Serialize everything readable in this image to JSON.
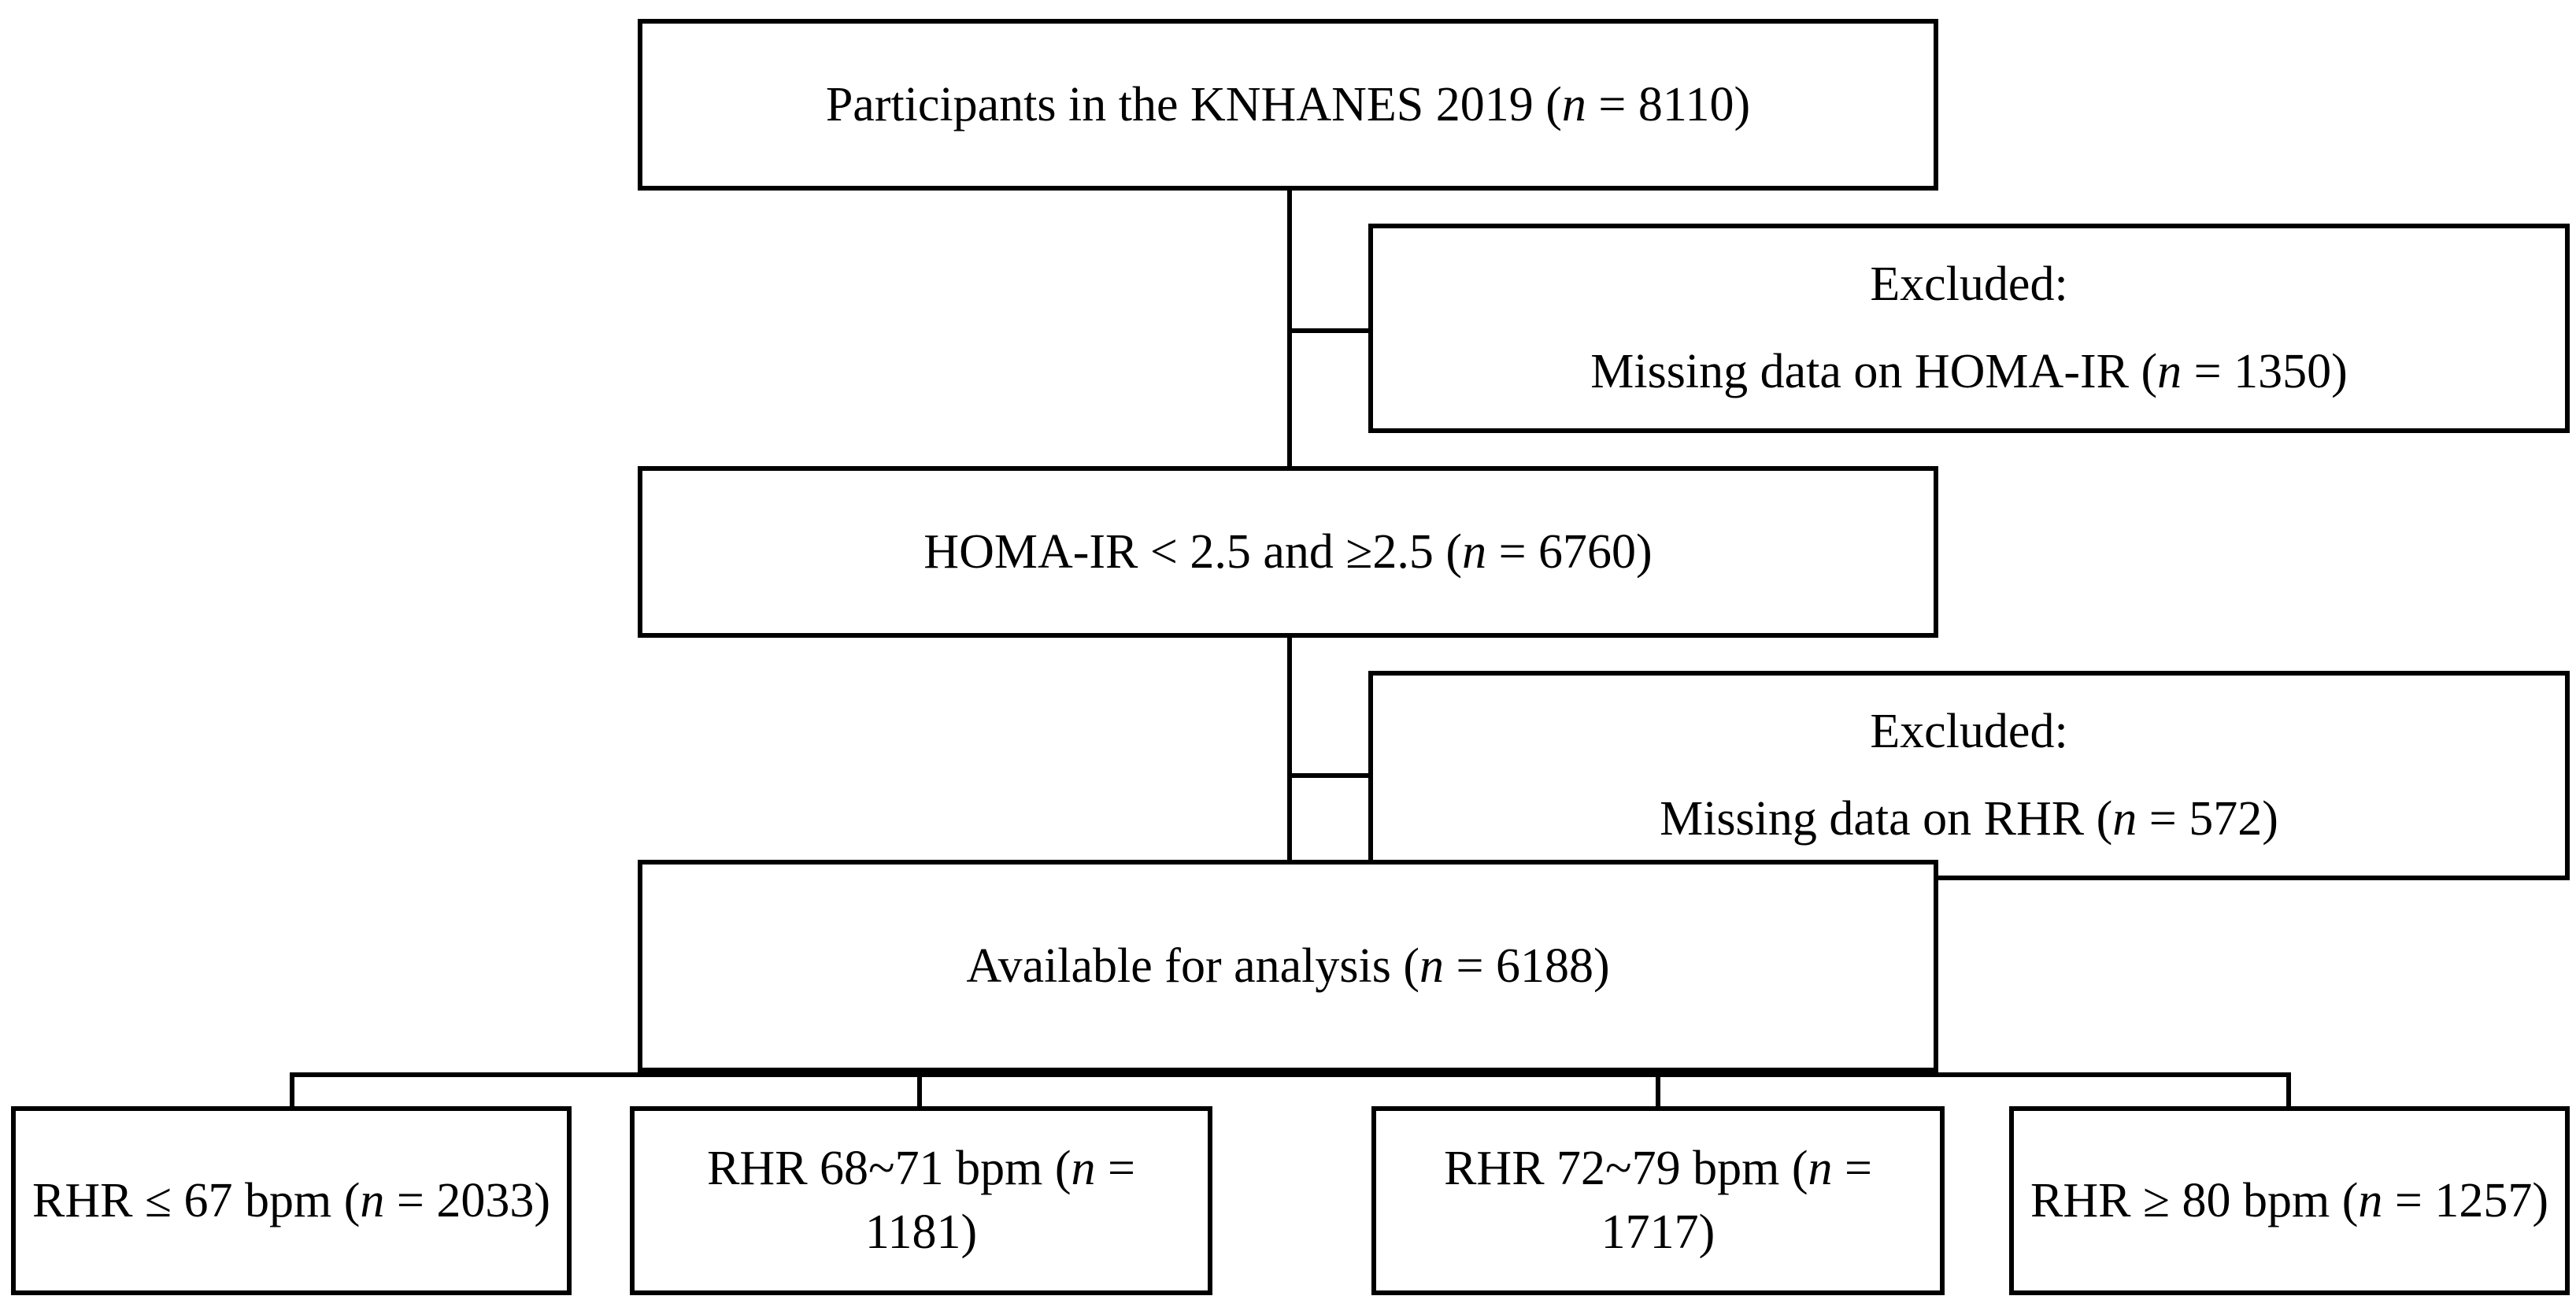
{
  "figure": {
    "type": "flow-diagram",
    "title": "Participant selection flow diagram",
    "line_color": "#000000",
    "background_color": "#ffffff",
    "text_color": "#000000"
  },
  "nodes": {
    "participants": {
      "id": "participants",
      "text_plain": "Participants in the KNHANES 2019 (n = 8110)",
      "prefix": "Participants in the KNHANES 2019 (",
      "italic": "n",
      "suffix": " = 8110)",
      "n": 8110
    },
    "excluded_homa": {
      "id": "excluded-homa-ir",
      "line1": "Excluded:",
      "text_plain": "Missing data on HOMA-IR (n = 1350)",
      "prefix": "Missing data on HOMA-IR (",
      "italic": "n",
      "suffix": " = 1350)",
      "n": 1350
    },
    "homa_group": {
      "id": "homa-ir-group",
      "text_plain": "HOMA-IR < 2.5 and ≥2.5 (n = 6760)",
      "prefix": "HOMA-IR < 2.5 and ≥2.5 (",
      "italic": "n",
      "suffix": " = 6760)",
      "n": 6760
    },
    "excluded_rhr": {
      "id": "excluded-rhr",
      "line1": "Excluded:",
      "text_plain": "Missing data on RHR (n = 572)",
      "prefix": "Missing data on RHR (",
      "italic": "n",
      "suffix": " = 572)",
      "n": 572
    },
    "available": {
      "id": "available-for-analysis",
      "text_plain": "Available for analysis (n = 6188)",
      "prefix": "Available for analysis (",
      "italic": "n",
      "suffix": " = 6188)",
      "n": 6188
    }
  },
  "rhr_groups": [
    {
      "id": "rhr-le-67",
      "text_plain": "RHR ≤ 67 bpm (n = 2033)",
      "prefix": "RHR ≤ 67 bpm (",
      "italic": "n",
      "suffix": " = 2033)",
      "label": "RHR ≤ 67 bpm",
      "n": 2033
    },
    {
      "id": "rhr-68-71",
      "text_plain": "RHR 68~71 bpm (n = 1181)",
      "prefix": "RHR 68~71 bpm (",
      "italic": "n",
      "suffix": " = 1181)",
      "label": "RHR 68~71 bpm",
      "n": 1181
    },
    {
      "id": "rhr-72-79",
      "text_plain": "RHR 72~79 bpm (n = 1717)",
      "prefix": "RHR 72~79 bpm (",
      "italic": "n",
      "suffix": " = 1717)",
      "label": "RHR 72~79 bpm",
      "n": 1717
    },
    {
      "id": "rhr-ge-80",
      "text_plain": "RHR ≥ 80 bpm (n = 1257)",
      "prefix": "RHR ≥ 80 bpm (",
      "italic": "n",
      "suffix": " = 1257)",
      "label": "RHR ≥ 80 bpm",
      "n": 1257
    }
  ]
}
